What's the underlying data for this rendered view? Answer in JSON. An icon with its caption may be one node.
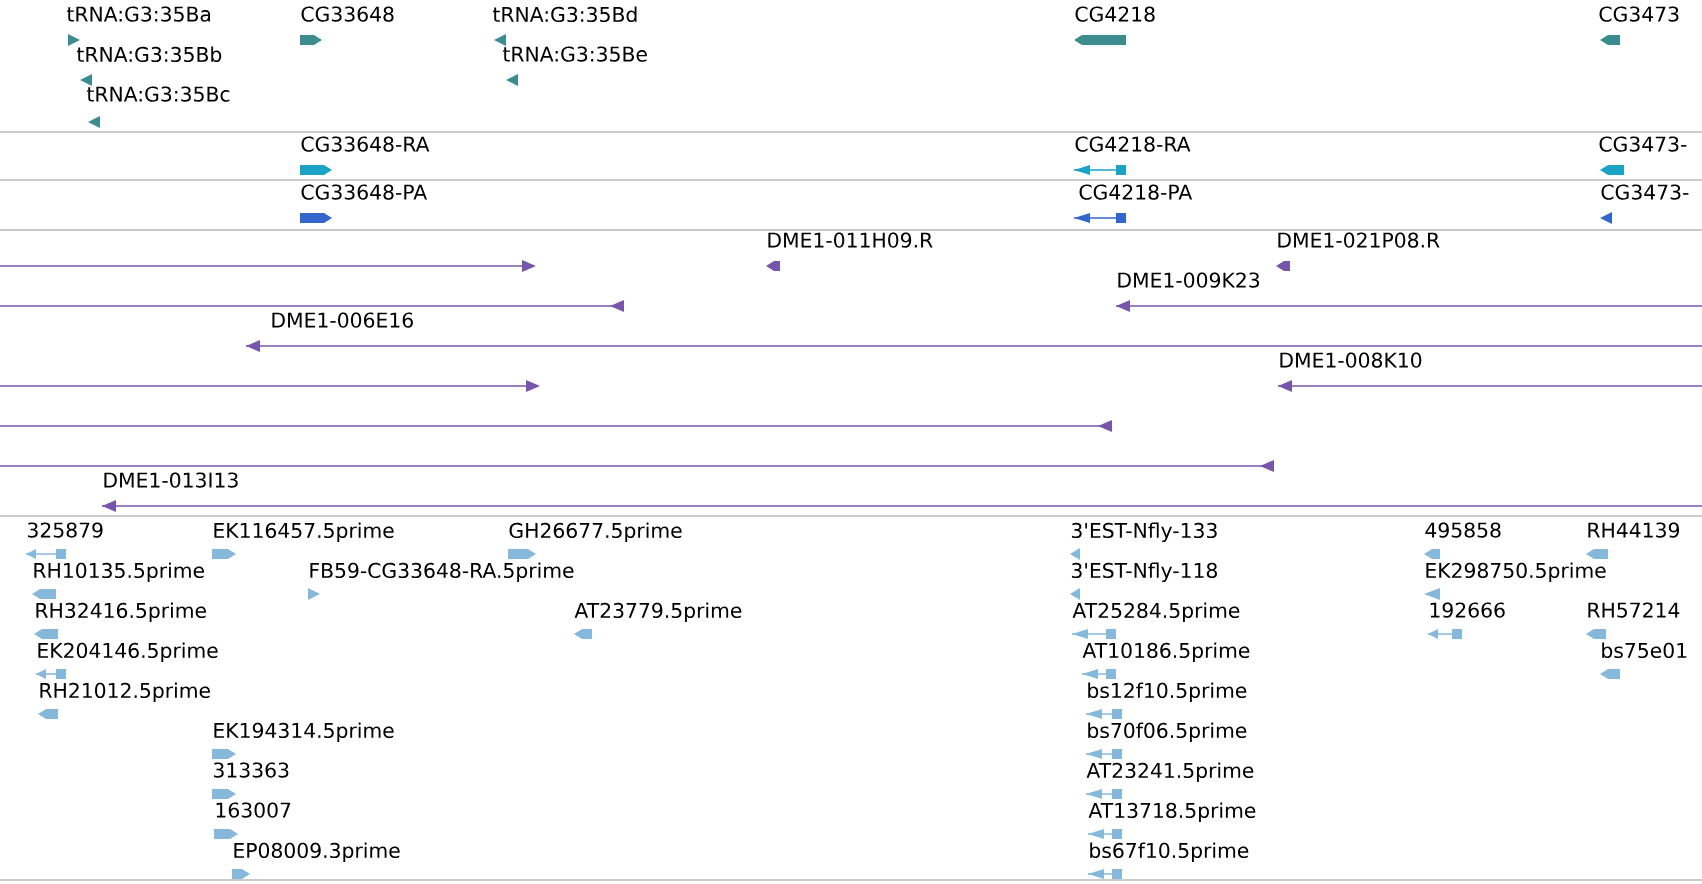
{
  "diagram": {
    "labels": [
      "tRNA:G3:35Ba",
      "CG33648",
      "tRNA:G3:35Bd",
      "CG4218",
      "CG3473",
      "tRNA:G3:35Bb",
      "tRNA:G3:35Be",
      "tRNA:G3:35Bc",
      "CG33648-RA",
      "CG4218-RA",
      "CG3473-",
      "CG33648-PA",
      "CG4218-PA",
      "CG3473-",
      "DME1-011H09.R",
      "DME1-021P08.R",
      "DME1-009K23",
      "DME1-006E16",
      "DME1-008K10",
      "DME1-013I13",
      "325879",
      "EK116457.5prime",
      "GH26677.5prime",
      "3'EST-Nfly-133",
      "495858",
      "RH44139",
      "RH10135.5prime",
      "FB59-CG33648-RA.5prime",
      "3'EST-Nfly-118",
      "EK298750.5prime",
      "RH32416.5prime",
      "AT23779.5prime",
      "AT25284.5prime",
      "192666",
      "RH57214",
      "EK204146.5prime",
      "AT10186.5prime",
      "bs75e01",
      "RH21012.5prime",
      "bs12f10.5prime",
      "EK194314.5prime",
      "bs70f06.5prime",
      "313363",
      "AT23241.5prime",
      "163007",
      "AT13718.5prime",
      "EP08009.3prime",
      "bs67f10.5prime"
    ]
  }
}
